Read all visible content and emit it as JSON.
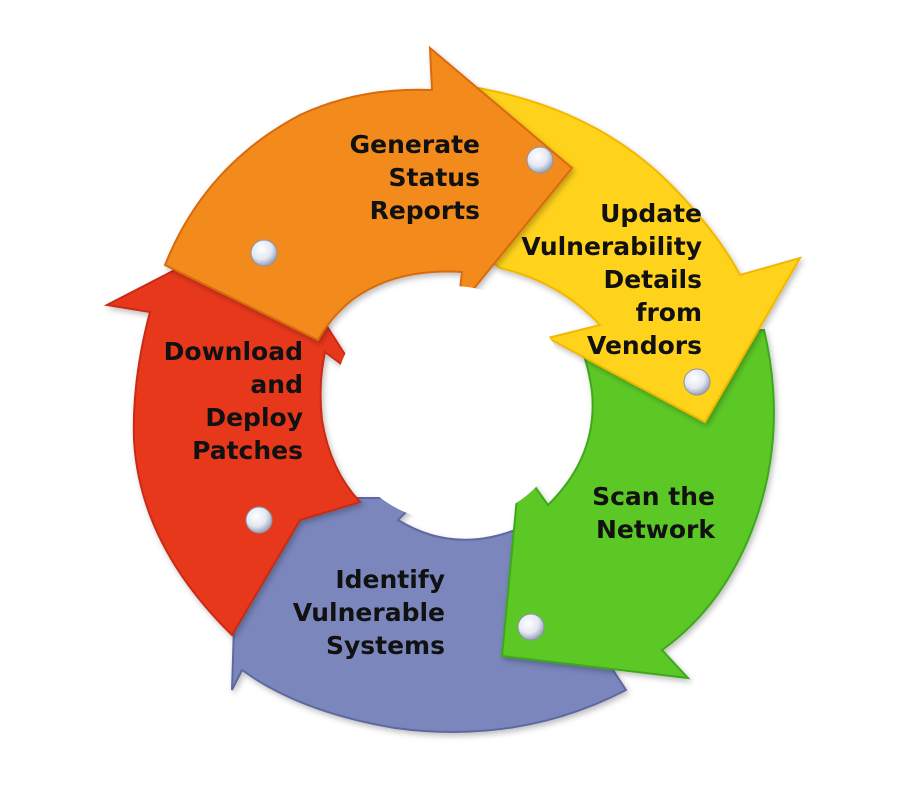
{
  "diagram": {
    "type": "cycle",
    "segments": [
      {
        "id": "orange",
        "color": "#F28A1C",
        "shade": "#D96A0E",
        "lines": [
          "Generate",
          "Status",
          "Reports"
        ]
      },
      {
        "id": "yellow",
        "color": "#FFD21F",
        "shade": "#F2B800",
        "lines": [
          "Update",
          "Vulnerability",
          "Details",
          "from",
          "Vendors"
        ]
      },
      {
        "id": "green",
        "color": "#5CC827",
        "shade": "#3EA81A",
        "lines": [
          "Scan the",
          "Network"
        ]
      },
      {
        "id": "blue",
        "color": "#7A86BC",
        "shade": "#5D699F",
        "lines": [
          "Identify",
          "Vulnerable",
          "Systems"
        ]
      },
      {
        "id": "red",
        "color": "#E8391E",
        "shade": "#C92A12",
        "lines": [
          "Download",
          "and",
          "Deploy",
          "Patches"
        ]
      }
    ]
  }
}
